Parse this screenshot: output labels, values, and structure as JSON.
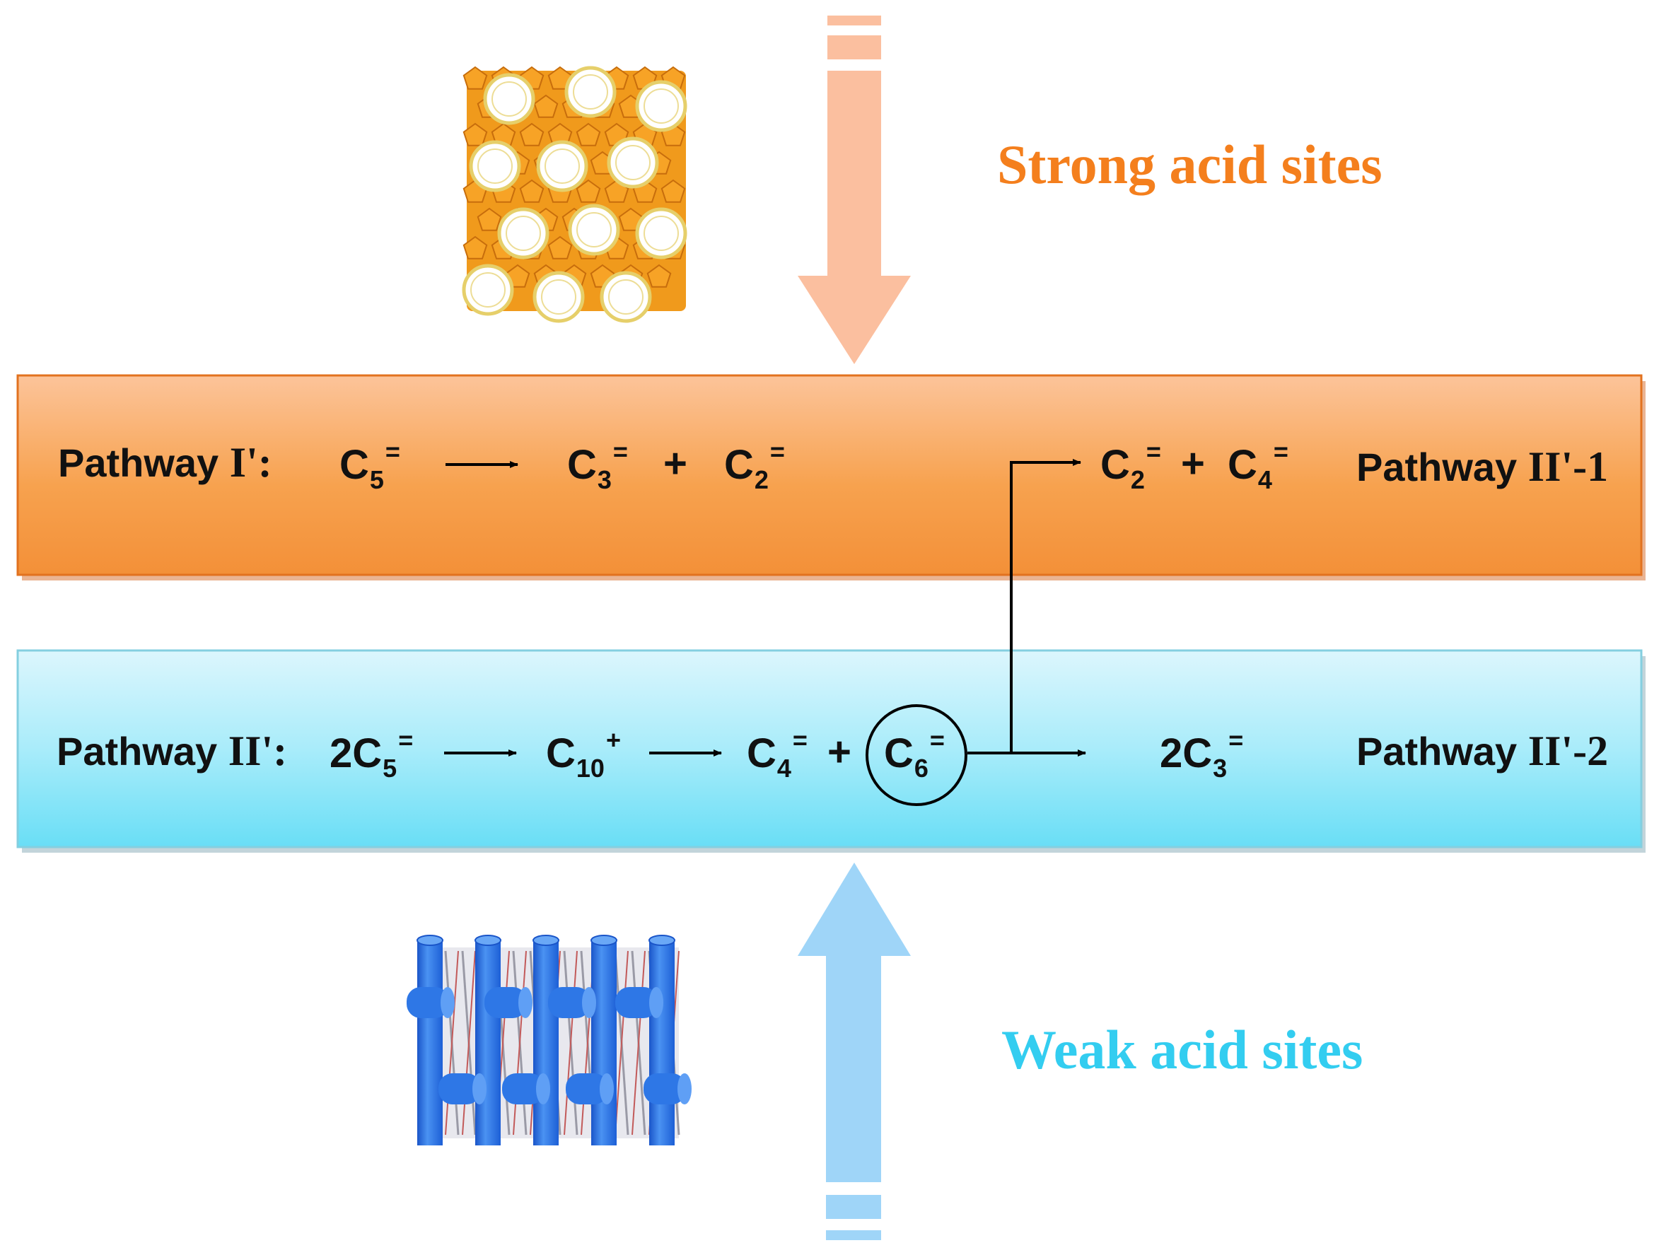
{
  "colors": {
    "strong": "#f47f1d",
    "weak": "#33cdf0",
    "strong_band_top": "#fcc49a",
    "strong_band_bottom": "#f39038",
    "weak_band_top": "#d9f5fc",
    "weak_band_bottom": "#6fdff6",
    "top_arrow": "#fbbf9f",
    "bottom_arrow": "#9fd5f8",
    "mfi_framework": "#f09a1c",
    "mfi_pore_walls": "#e6cf6a",
    "sapo_framework": "#2e77e6"
  },
  "top_site_label": "Strong acid sites",
  "bottom_site_label": "Weak acid sites",
  "strong_band": {
    "pathway_word": "Pathway",
    "pathway_numeral": "I'",
    "colon": ":",
    "reactant": {
      "base": "C",
      "sub": "5",
      "sup": "="
    },
    "product_a": {
      "base": "C",
      "sub": "3",
      "sup": "="
    },
    "plus": "+",
    "product_b": {
      "base": "C",
      "sub": "2",
      "sup": "="
    },
    "branch_product_a": {
      "base": "C",
      "sub": "2",
      "sup": "="
    },
    "branch_plus": "+",
    "branch_product_b": {
      "base": "C",
      "sub": "4",
      "sup": "="
    },
    "right_label_word": "Pathway",
    "right_label_numeral": "II'-1"
  },
  "weak_band": {
    "pathway_word": "Pathway",
    "pathway_numeral": "II'",
    "colon": ":",
    "reactant": {
      "coef": "2",
      "base": "C",
      "sub": "5",
      "sup": "="
    },
    "intermediate": {
      "base": "C",
      "sub": "10",
      "sup": "+"
    },
    "product_a": {
      "base": "C",
      "sub": "4",
      "sup": "="
    },
    "plus": "+",
    "circled": {
      "base": "C",
      "sub": "6",
      "sup": "="
    },
    "final_product": {
      "coef": "2",
      "base": "C",
      "sub": "3",
      "sup": "="
    },
    "right_label_word": "Pathway",
    "right_label_numeral": "II'-2"
  }
}
